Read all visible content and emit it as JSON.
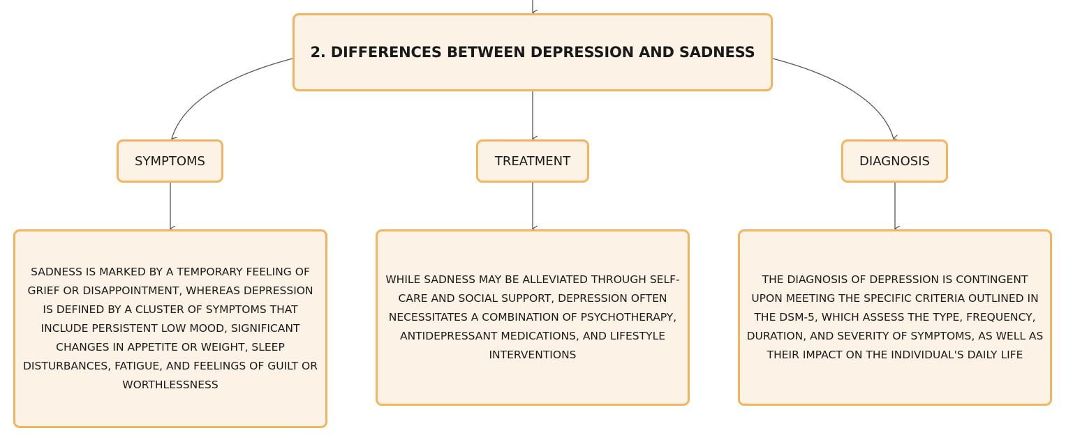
{
  "diagram": {
    "colors": {
      "node_fill": "#fdf2e6",
      "node_border": "#f2b45e",
      "connector": "#555555"
    },
    "main_topic": "2. DIFFERENCES BETWEEN DEPRESSION AND SADNESS",
    "branches": [
      {
        "label": "SYMPTOMS",
        "detail": "SADNESS IS MARKED BY A TEMPORARY FEELING OF GRIEF OR DISAPPOINTMENT, WHEREAS DEPRESSION IS DEFINED BY A CLUSTER OF SYMPTOMS THAT INCLUDE PERSISTENT LOW MOOD, SIGNIFICANT CHANGES IN APPETITE OR WEIGHT, SLEEP DISTURBANCES, FATIGUE, AND FEELINGS OF GUILT OR WORTHLESSNESS"
      },
      {
        "label": "TREATMENT",
        "detail": "WHILE SADNESS MAY BE ALLEVIATED THROUGH SELF-CARE AND SOCIAL SUPPORT, DEPRESSION OFTEN NECESSITATES A COMBINATION OF PSYCHOTHERAPY, ANTIDEPRESSANT MEDICATIONS, AND LIFESTYLE INTERVENTIONS"
      },
      {
        "label": "DIAGNOSIS",
        "detail": "THE DIAGNOSIS OF DEPRESSION IS CONTINGENT UPON MEETING THE SPECIFIC CRITERIA OUTLINED IN THE DSM-5, WHICH ASSESS THE TYPE, FREQUENCY, DURATION, AND SEVERITY OF SYMPTOMS, AS WELL AS THEIR IMPACT ON THE INDIVIDUAL'S DAILY LIFE"
      }
    ]
  }
}
